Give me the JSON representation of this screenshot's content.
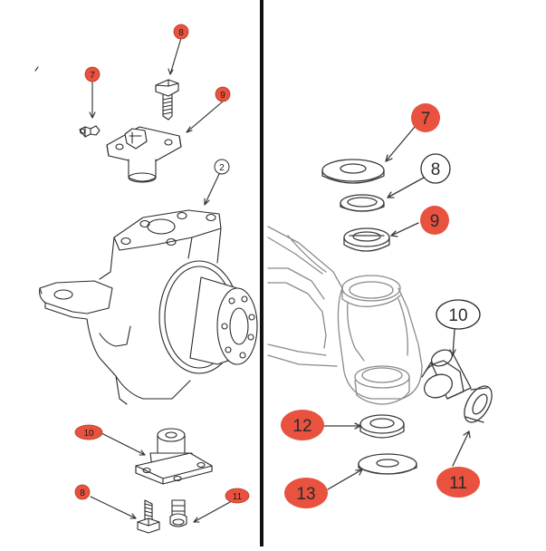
{
  "colors": {
    "callout_red": "#e8523f",
    "ink": "#2a2a2a",
    "divider": "#111111"
  },
  "left_panel": {
    "callouts": {
      "c8_top": "8",
      "c7": "7",
      "c9": "9",
      "c2": "2",
      "c10": "10",
      "c8_bottom": "8",
      "c11": "11"
    }
  },
  "right_panel": {
    "callouts": {
      "c7": "7",
      "c8": "8",
      "c9": "9",
      "c10": "10",
      "c11": "11",
      "c12": "12",
      "c13": "13"
    }
  }
}
